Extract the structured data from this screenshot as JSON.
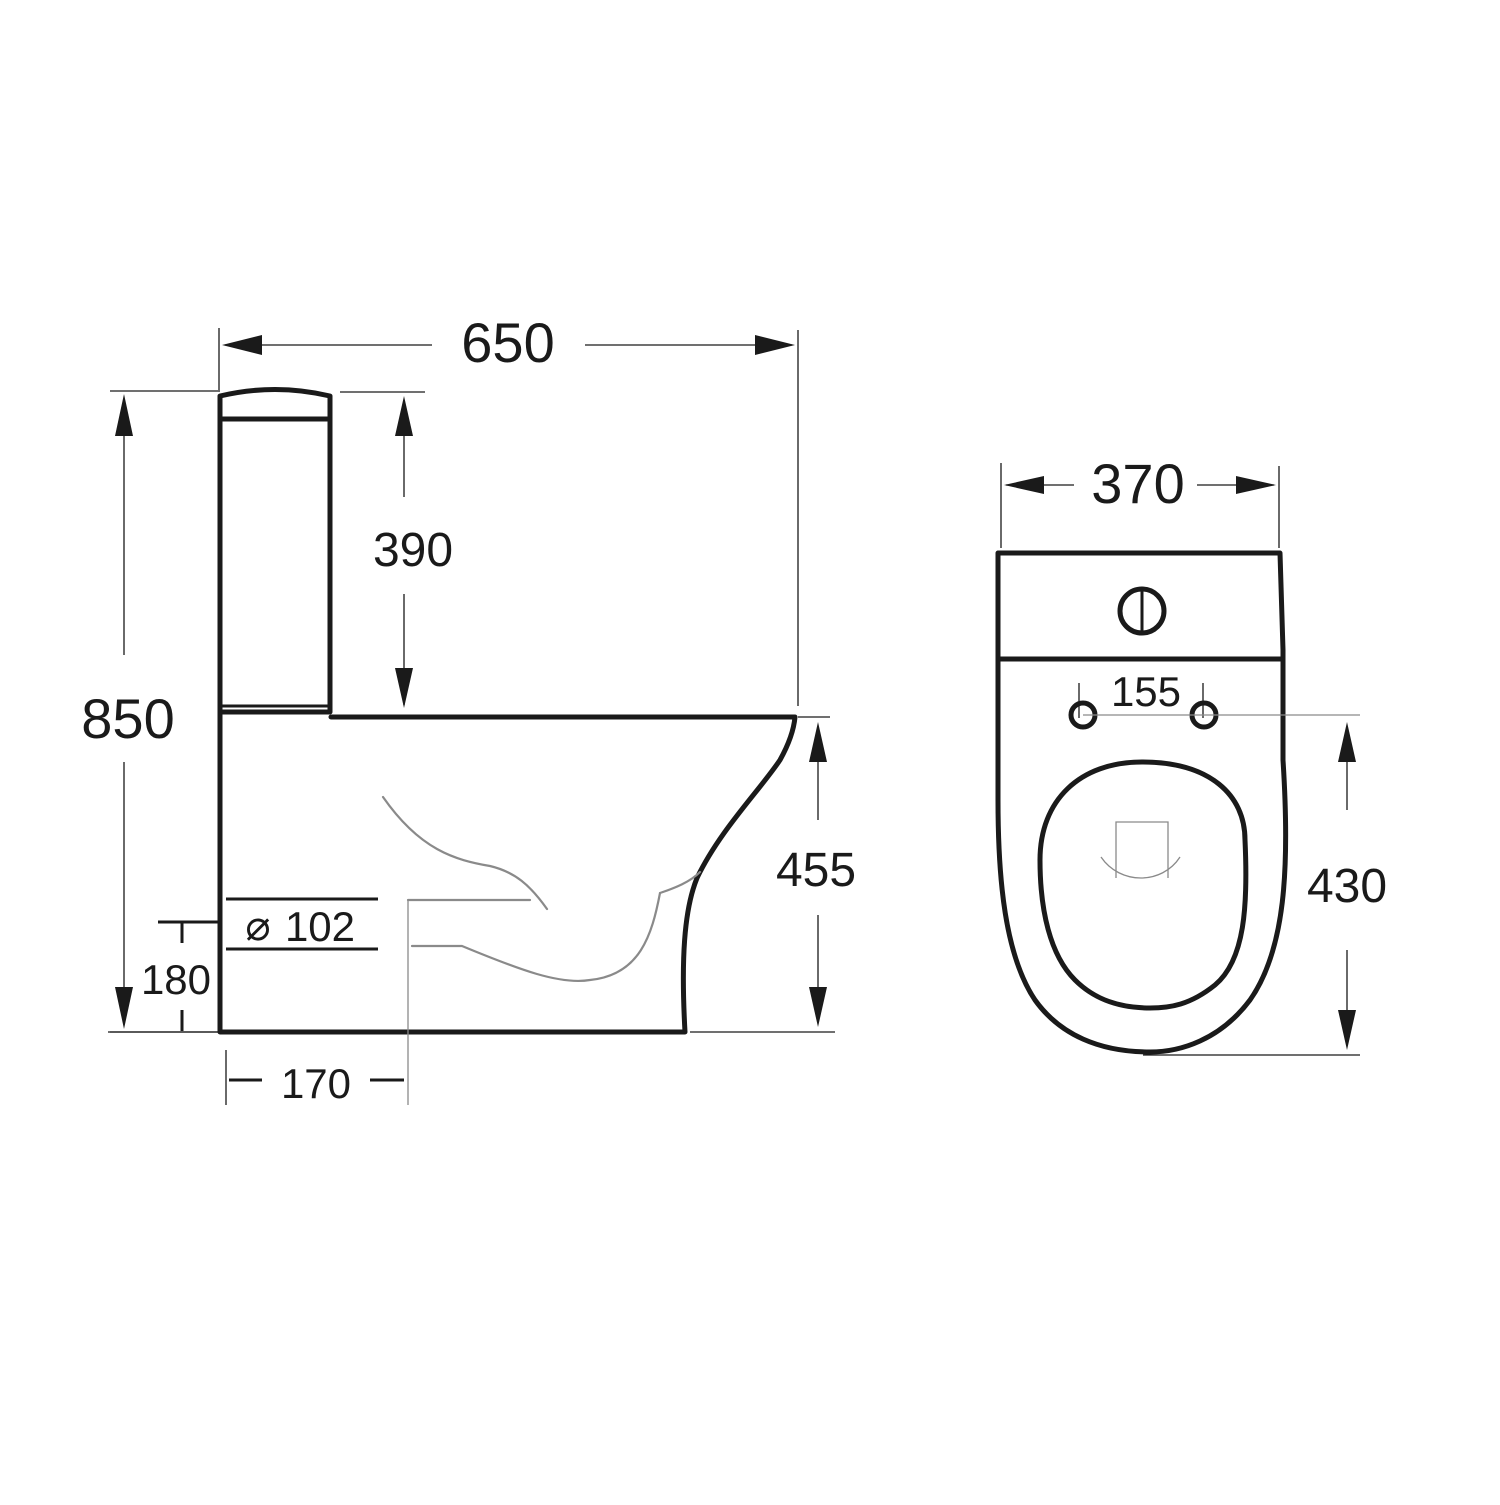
{
  "drawing": {
    "subject": "Close-coupled toilet dimension drawing",
    "units": "mm",
    "line_color": "#1a1a1a",
    "hidden_line_color": "#8a8a8a",
    "background": "#ffffff"
  },
  "side_view": {
    "overall_length": "650",
    "overall_height": "850",
    "cistern_height": "390",
    "pan_height": "455",
    "outlet_height": "180",
    "outlet_offset": "170",
    "outlet_diameter_symbol": "⌀",
    "outlet_diameter": "102"
  },
  "top_view": {
    "overall_width": "370",
    "seat_fixing_spacing": "155",
    "fixing_to_front": "430",
    "flush_button": "dual-flush-button"
  }
}
